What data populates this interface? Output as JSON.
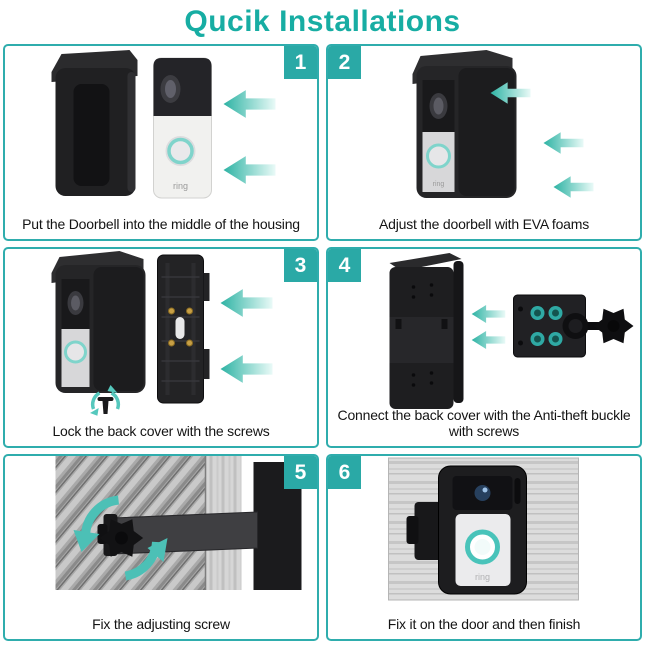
{
  "title": "Qucik Installations",
  "colors": {
    "title_teal": "#17ada3",
    "border_teal": "#2fadad",
    "badge_teal": "#2aa9a6",
    "badge_text": "#ffffff",
    "arrow_teal": "#2eb3a4",
    "arrow_fade": "#e9faf7",
    "button_ring_teal": "#49c3ba",
    "caption_text": "#141414"
  },
  "doorbell_logo": "ring",
  "steps": [
    {
      "number": "1",
      "caption": "Put the Doorbell into the middle of  the housing"
    },
    {
      "number": "2",
      "caption": "Adjust the doorbell with EVA foams"
    },
    {
      "number": "3",
      "caption": "Lock the back cover with the screws"
    },
    {
      "number": "4",
      "caption": "Connect the back cover with the Anti-theft buckle with screws"
    },
    {
      "number": "5",
      "caption": "Fix the adjusting screw"
    },
    {
      "number": "6",
      "caption": "Fix it on the door and then finish"
    }
  ]
}
